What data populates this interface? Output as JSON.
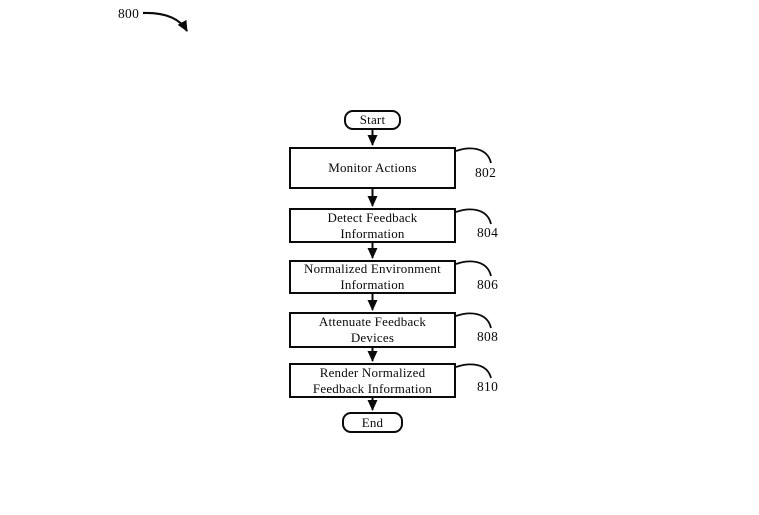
{
  "figure": {
    "number_label": "800",
    "colors": {
      "ink": "#0a0a0a",
      "background": "#ffffff"
    }
  },
  "flowchart": {
    "start_label": "Start",
    "end_label": "End",
    "steps": [
      {
        "label": "Monitor Actions",
        "ref": "802"
      },
      {
        "label": "Detect Feedback\nInformation",
        "ref": "804"
      },
      {
        "label": "Normalized Environment\nInformation",
        "ref": "806"
      },
      {
        "label": "Attenuate Feedback\nDevices",
        "ref": "808"
      },
      {
        "label": "Render Normalized\nFeedback Information",
        "ref": "810"
      }
    ]
  }
}
